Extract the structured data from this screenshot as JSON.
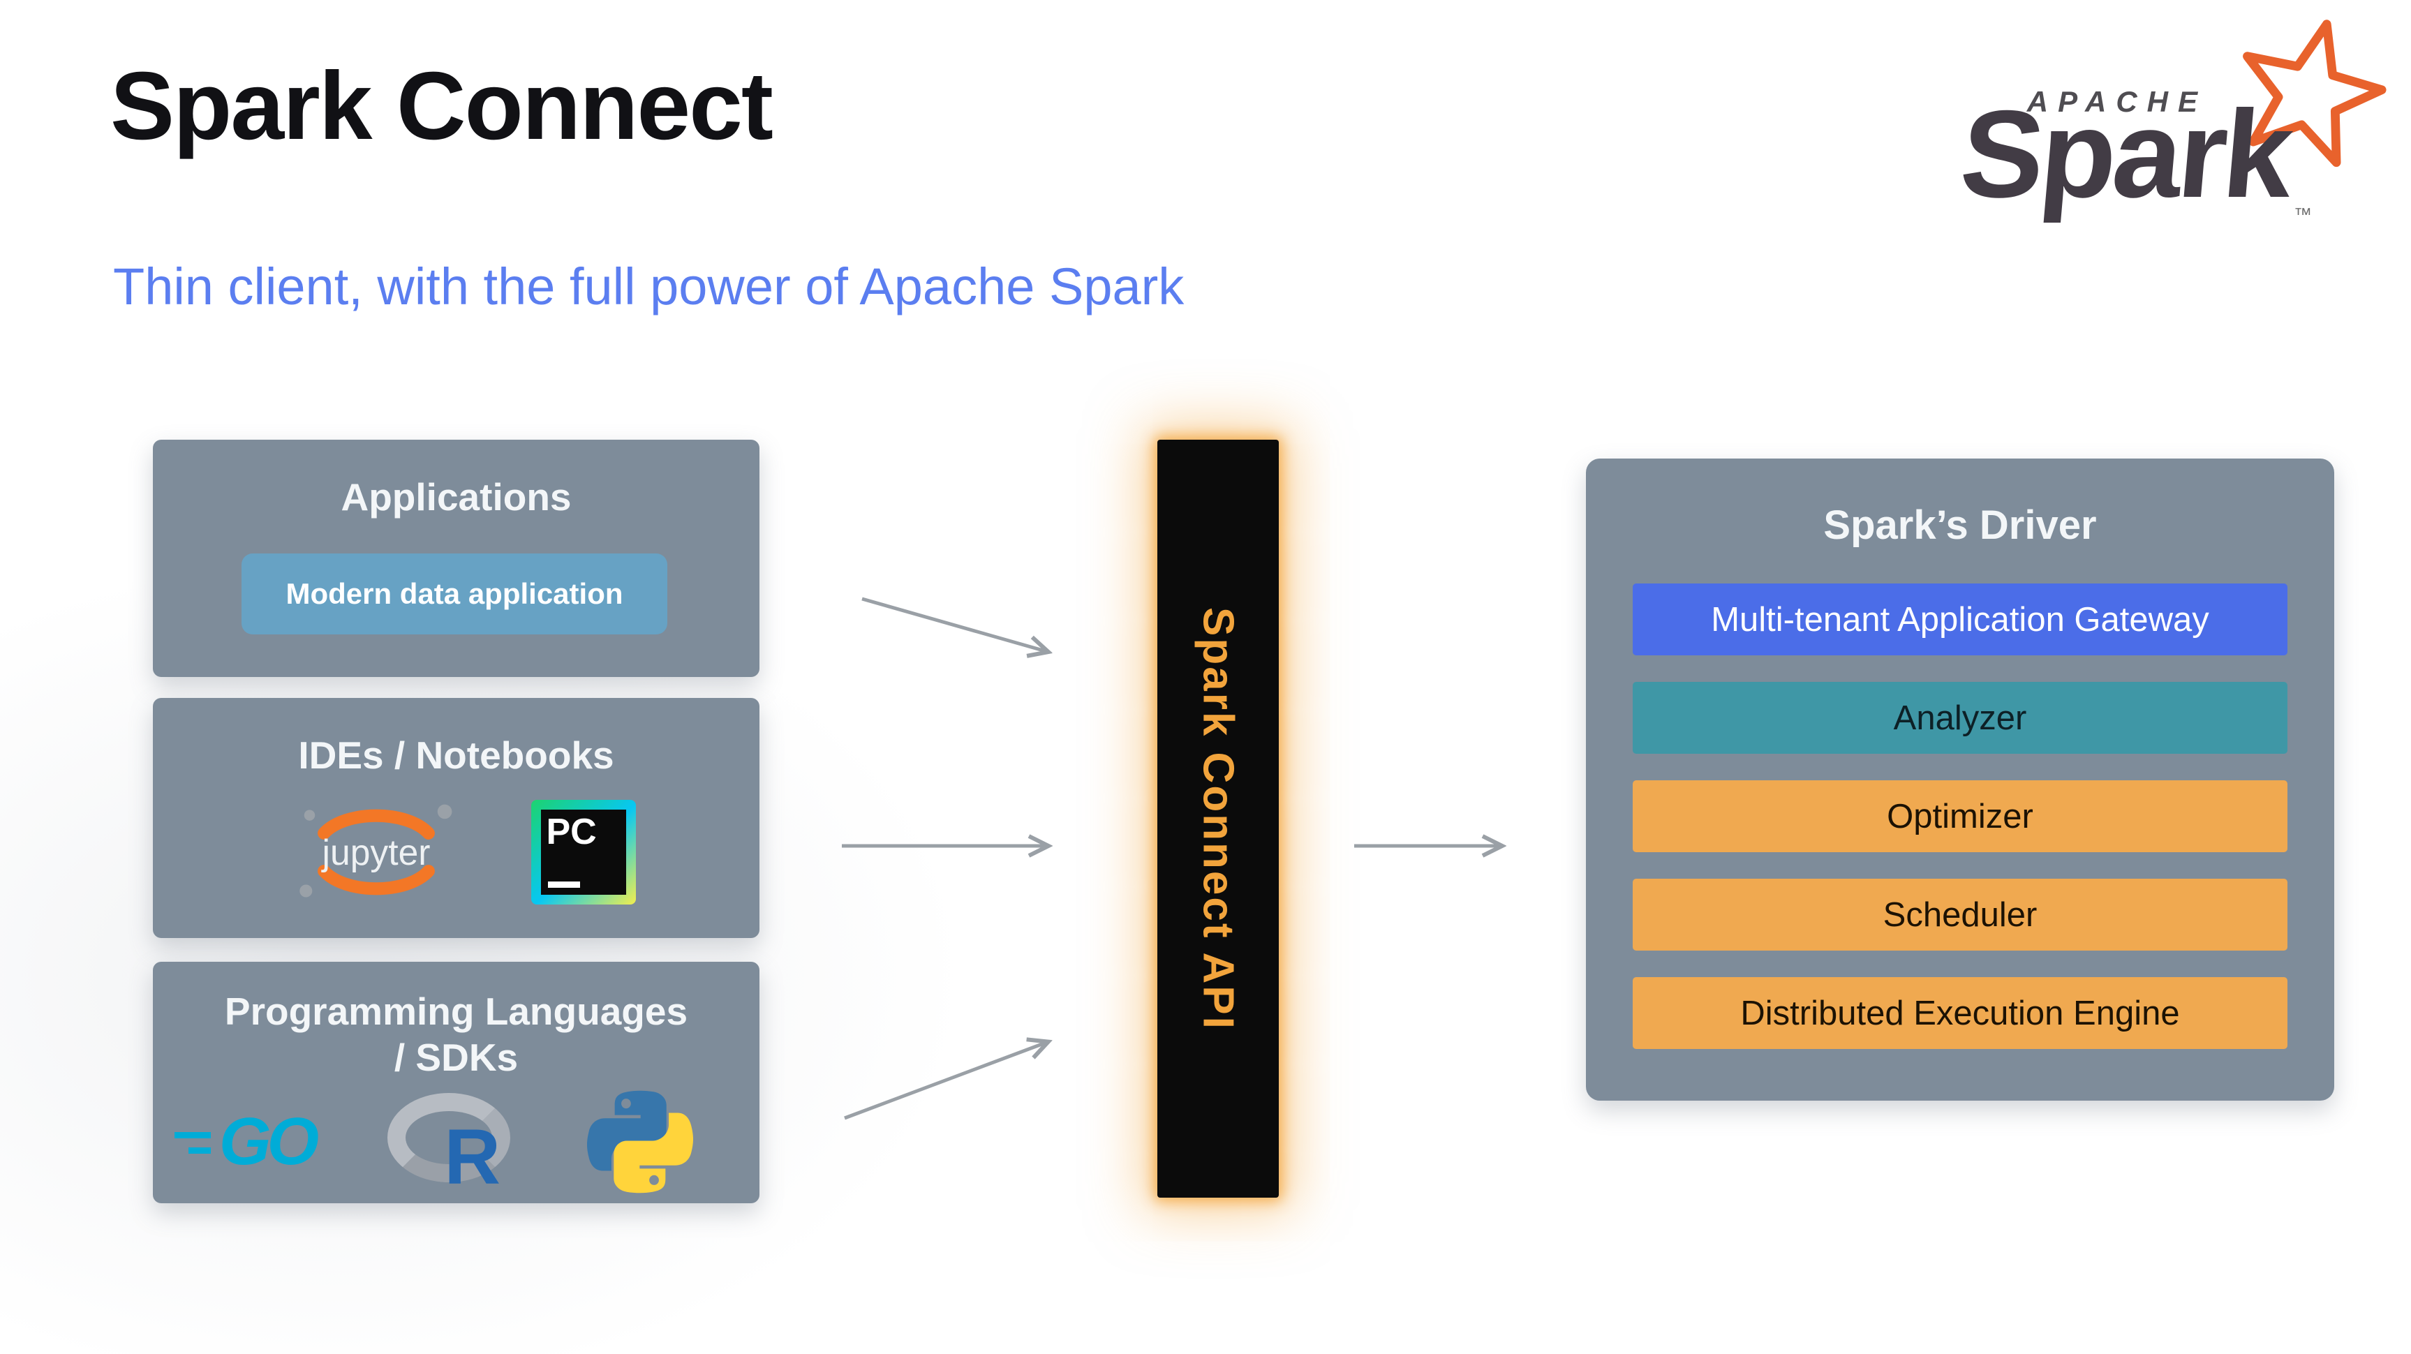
{
  "slide": {
    "title": "Spark Connect",
    "subtitle": "Thin client, with the full power of Apache Spark"
  },
  "brand": {
    "apache": "APACHE",
    "name": "Spark",
    "tm": "™"
  },
  "sources": [
    {
      "title": "Applications",
      "app_label": "Modern data application"
    },
    {
      "title": "IDEs / Notebooks",
      "jupyter": "jupyter",
      "pycharm": "PC"
    },
    {
      "title": "Programming Languages / SDKs",
      "go": "GO",
      "r": "R"
    }
  ],
  "connector": {
    "label": "Spark Connect API",
    "bg": "#0b0b0b",
    "glow_color": "#f4a63c",
    "text_color": "#f2a43c"
  },
  "driver": {
    "title": "Spark’s Driver",
    "layers": [
      {
        "label": "Multi-tenant Application Gateway",
        "color": "#4b6de8",
        "text_color": "#ffffff"
      },
      {
        "label": "Analyzer",
        "color": "#3f97a6",
        "text_color": "#0d2026"
      },
      {
        "label": "Optimizer",
        "color": "#f0a950",
        "text_color": "#1c1204"
      },
      {
        "label": "Scheduler",
        "color": "#f0a950",
        "text_color": "#1c1204"
      },
      {
        "label": "Distributed Execution Engine",
        "color": "#f0a950",
        "text_color": "#1c1204"
      }
    ]
  },
  "icons": {
    "star": "apache-spark-star",
    "jupyter": "jupyter-logo",
    "pycharm": "pycharm-logo",
    "go": "go-logo",
    "r": "r-logo",
    "python": "python-logo"
  },
  "colors": {
    "panel_bg": "#7e8c9a",
    "app_chip_bg": "#67a2c4",
    "subtitle_text": "#5b7ef0",
    "arrow": "#9aa0a6",
    "title_text": "#111115"
  }
}
